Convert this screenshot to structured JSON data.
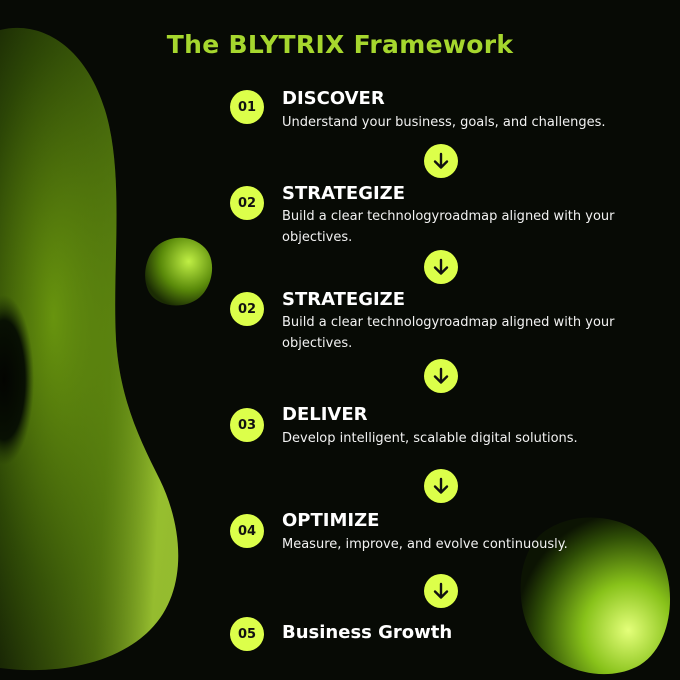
{
  "title": "The BLYTRIX Framework",
  "steps": [
    {
      "number": "01",
      "title": "DISCOVER",
      "description": "Understand your business, goals, and challenges."
    },
    {
      "number": "02",
      "title": "STRATEGIZE",
      "description": "Build a clear technologyroadmap aligned with your objectives."
    },
    {
      "number": "02",
      "title": "STRATEGIZE",
      "description": "Build a clear technologyroadmap aligned with your objectives."
    },
    {
      "number": "03",
      "title": "DELIVER",
      "description": "Develop intelligent, scalable digital solutions."
    },
    {
      "number": "04",
      "title": "OPTIMIZE",
      "description": "Measure, improve, and evolve continuously."
    },
    {
      "number": "05",
      "title": "Business Growth",
      "description": ""
    }
  ],
  "colors": {
    "accent": "#dcff4a",
    "title": "#a6d72e",
    "background": "#070a05"
  },
  "icons": {
    "arrow": "arrow-down-icon"
  }
}
